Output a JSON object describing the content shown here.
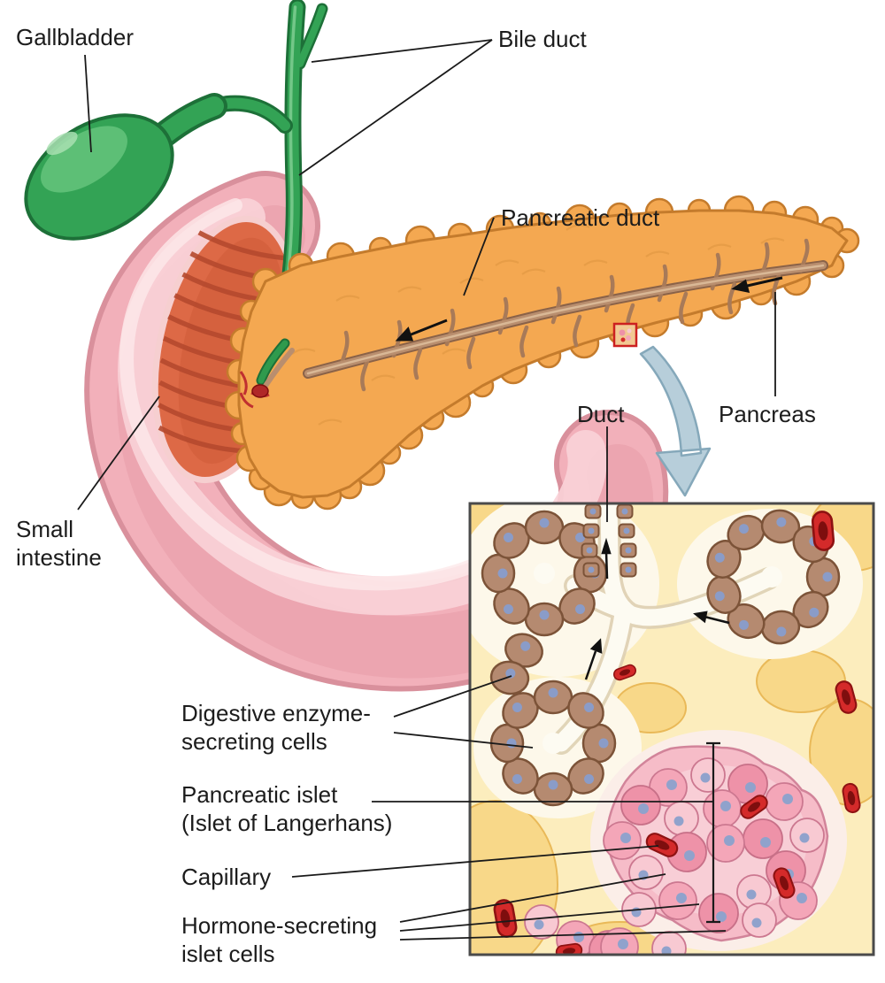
{
  "labels": {
    "gallbladder": "Gallbladder",
    "bile_duct": "Bile duct",
    "pancreatic_duct": "Pancreatic duct",
    "duct": "Duct",
    "pancreas": "Pancreas",
    "small_intestine": "Small\nintestine",
    "digestive_cells": "Digestive enzyme-\nsecreting cells",
    "pancreatic_islet": "Pancreatic islet\n(Islet of Langerhans)",
    "capillary": "Capillary",
    "hormone_cells": "Hormone-secreting\nislet cells"
  },
  "colors": {
    "gallbladder_green": "#33a355",
    "duct_green_dark": "#1d7038",
    "pancreas_orange": "#f4a851",
    "pancreas_outline": "#c47b2c",
    "intestine_pink": "#f2b0ba",
    "intestine_interior": "#dd6946",
    "pancreatic_duct_tan": "#b98e6e",
    "islet_pink": "#f6bcc8",
    "acinar_brown": "#b58a70",
    "capillary_red": "#d42a2a",
    "inset_background": "#fcedbd",
    "magnify_arrow_blue": "#b7ceda",
    "highlight_box_red": "#cc2020",
    "leader_line": "#1a1a1a"
  }
}
